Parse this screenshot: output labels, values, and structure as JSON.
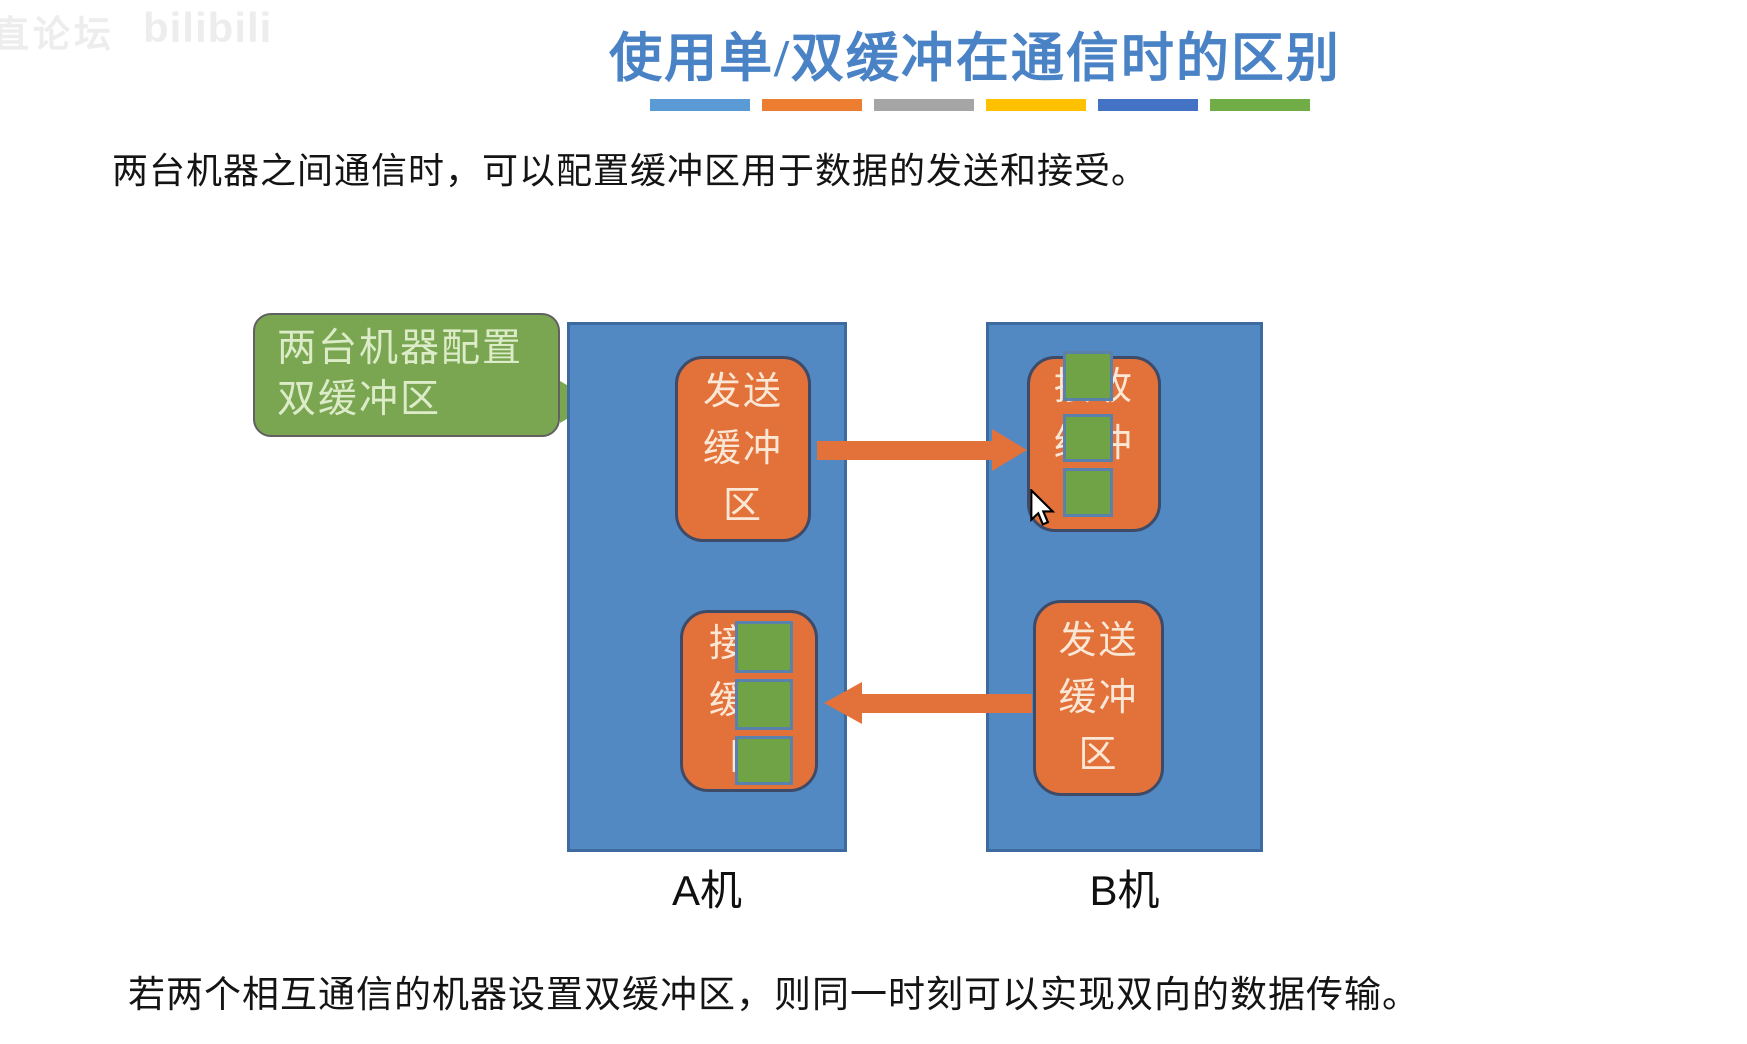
{
  "watermark": {
    "forum_text": "直论坛",
    "bilibili_text": "bilibili"
  },
  "title": {
    "text": "使用单/双缓冲在通信时的区别"
  },
  "underline_bars": [
    "#5b9bd5",
    "#ed7d31",
    "#a5a5a5",
    "#ffc000",
    "#4472c4",
    "#70ad47"
  ],
  "intro": {
    "text": "两台机器之间通信时，可以配置缓冲区用于数据的发送和接受。"
  },
  "callout": {
    "lines": [
      "两台机器配置",
      "双缓冲区"
    ],
    "bg": "#7aa652"
  },
  "machine_a": {
    "label": "A机",
    "send_buffer": {
      "lines": [
        "发送",
        "缓冲",
        "区"
      ]
    },
    "receive_buffer": {
      "lines": [
        "接收",
        "缓冲",
        "区"
      ],
      "packet_count": 3
    }
  },
  "machine_b": {
    "label": "B机",
    "send_buffer": {
      "lines": [
        "发送",
        "缓冲",
        "区"
      ]
    },
    "receive_buffer": {
      "lines": [
        "接收",
        "缓冲",
        "区"
      ],
      "packet_count": 3
    }
  },
  "conclusion": {
    "text": "若两个相互通信的机器设置双缓冲区，则同一时刻可以实现双向的数据传输。"
  },
  "colors": {
    "title_blue": "#4a82c6",
    "machine_blue": "#5289c3",
    "machine_border": "#3e6b9f",
    "buffer_orange": "#e2713a",
    "buffer_border": "#3d4a68",
    "buffer_text": "#fbe7d5",
    "packet_green": "#6fa345",
    "packet_border": "#5a80ac",
    "callout_green": "#7aa652",
    "callout_text": "#dcebc8",
    "arrow_orange": "#e2713a",
    "body_text": "#141414",
    "watermark_gray": "#ededed"
  }
}
